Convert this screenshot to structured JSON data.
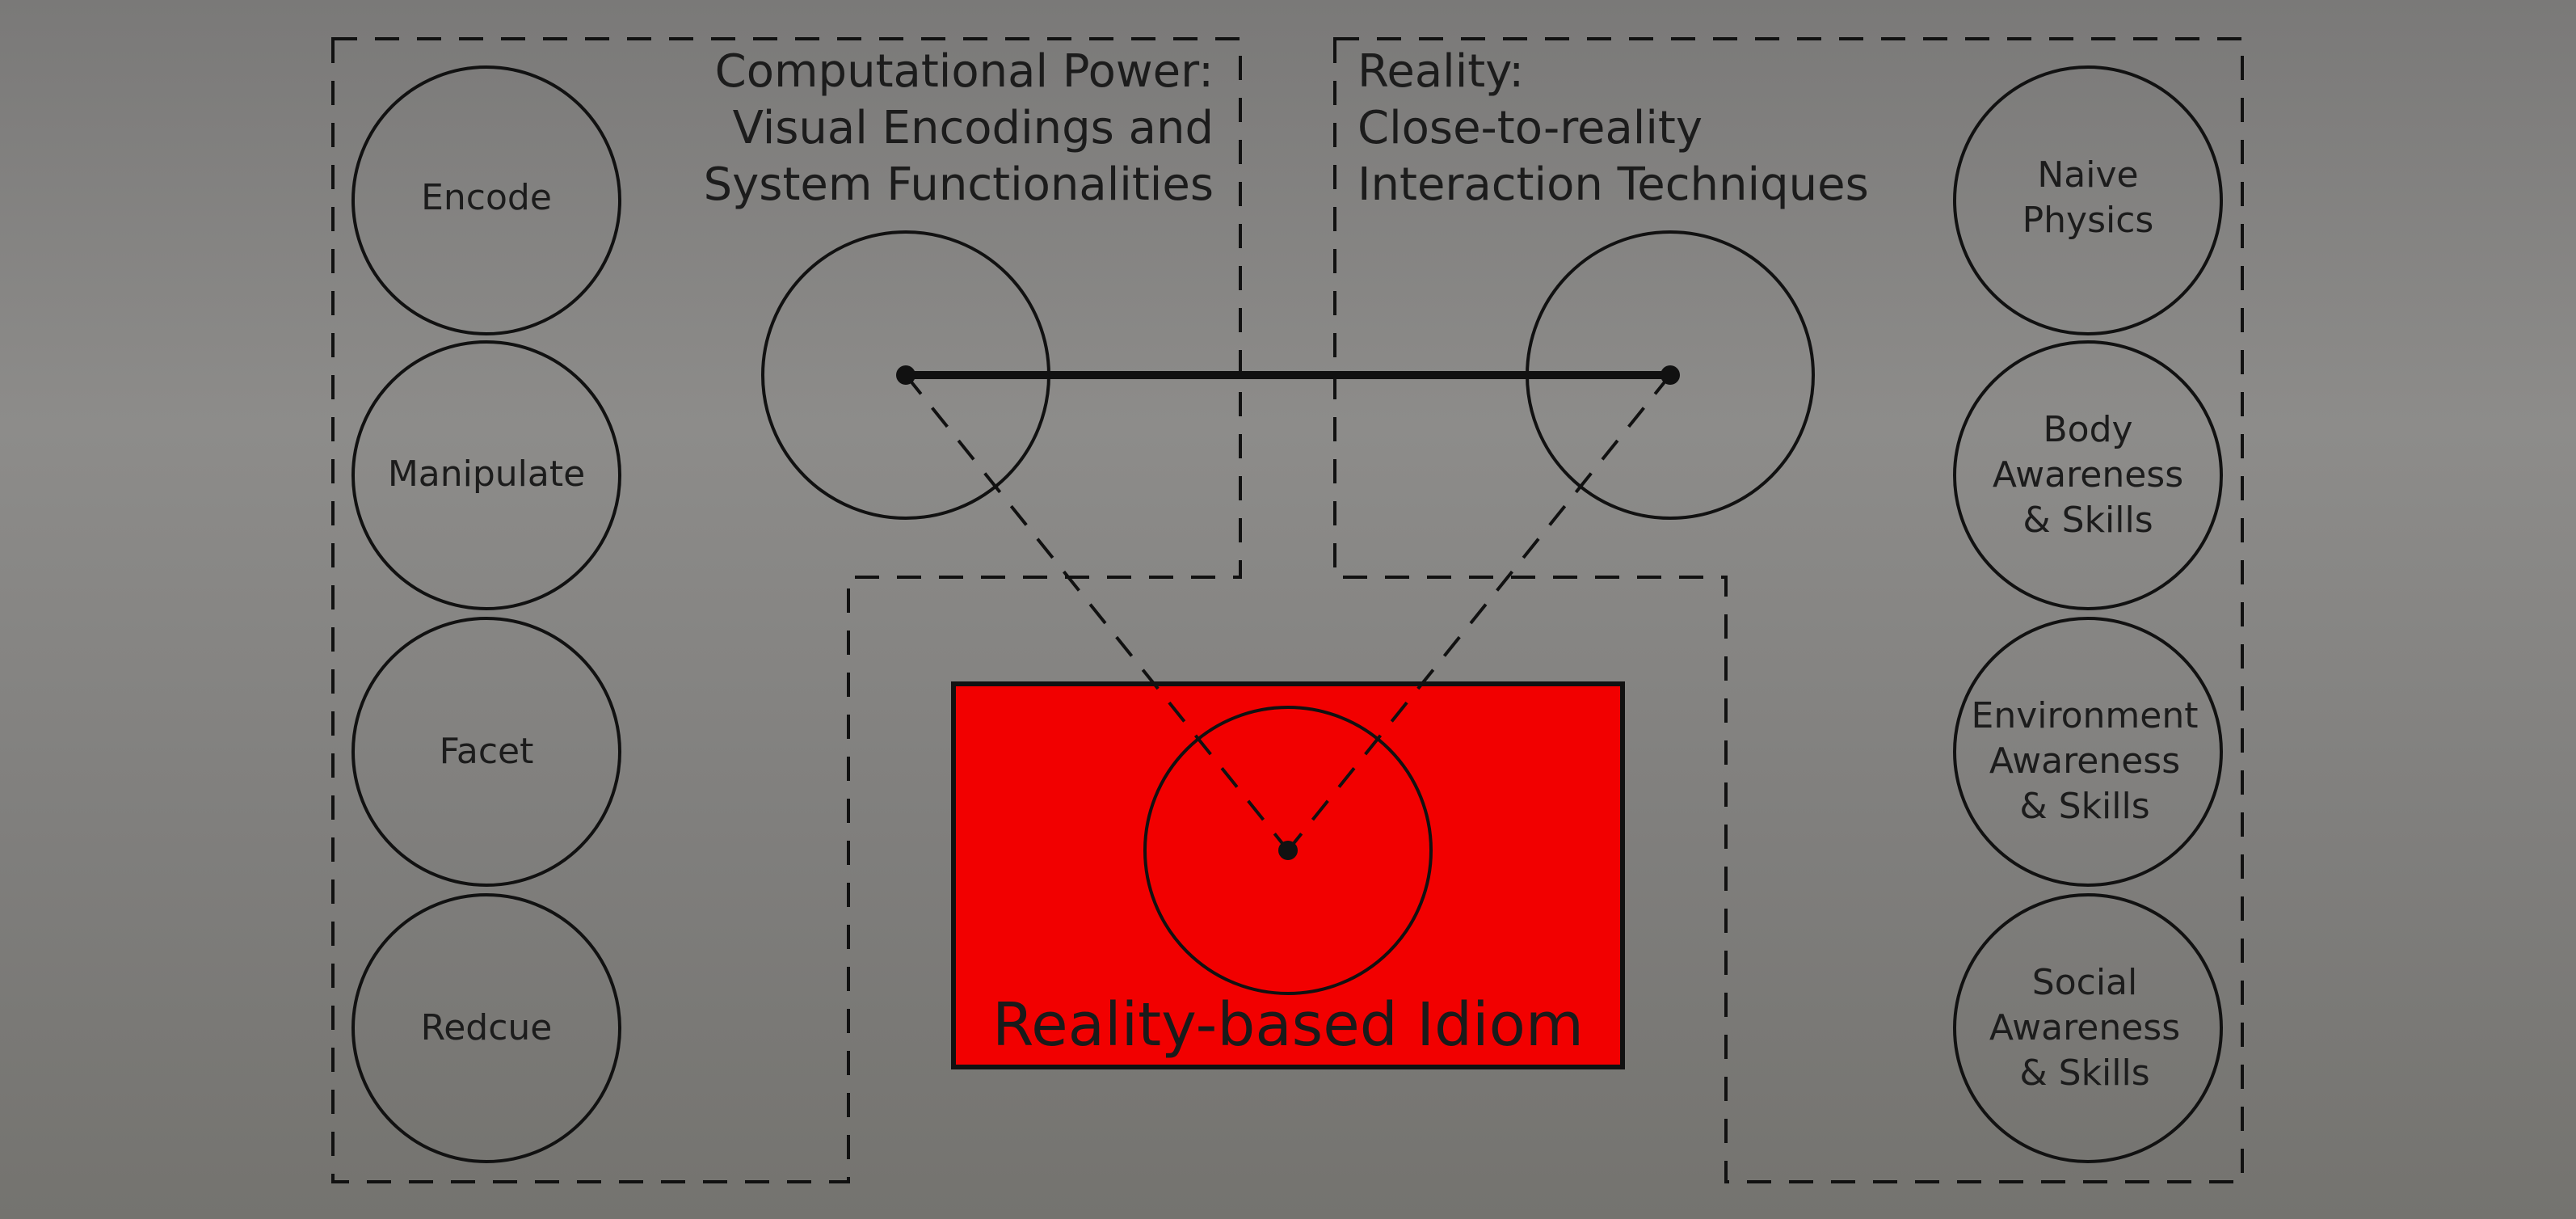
{
  "headings": {
    "computational": [
      "Computational Power:",
      "Visual Encodings and",
      "System Functionalities"
    ],
    "reality": [
      "Reality:",
      "Close-to-reality",
      "Interaction Techniques"
    ]
  },
  "left_items": [
    "Encode",
    "Manipulate",
    "Facet",
    "Redcue"
  ],
  "right_items": [
    [
      "Naive",
      "Physics"
    ],
    [
      "Body",
      "Awareness",
      "& Skills"
    ],
    [
      "Environment",
      "Awareness",
      "& Skills"
    ],
    [
      "Social",
      "Awareness",
      "& Skills"
    ]
  ],
  "center": {
    "label": "Reality-based Idiom",
    "fill_color": "#f20000"
  },
  "colors": {
    "stroke": "#111111",
    "background": "#858482"
  }
}
